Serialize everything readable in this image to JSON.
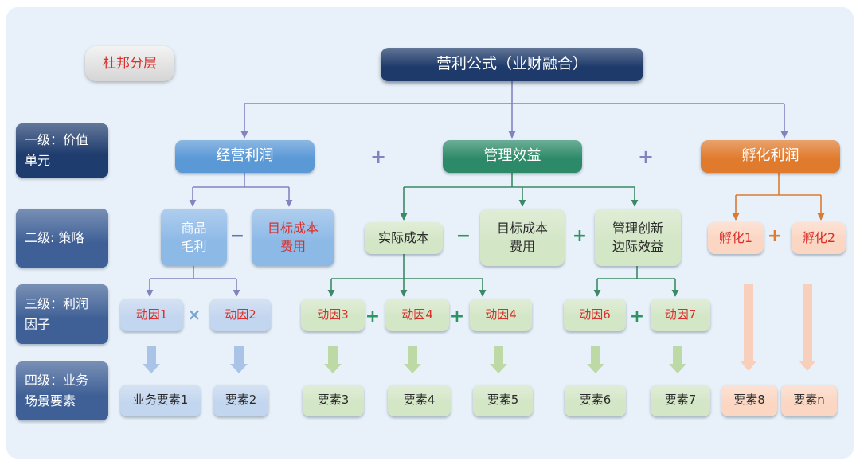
{
  "badge": "杜邦分层",
  "formula": "营利公式（业财融合）",
  "levels": [
    "一级：价值\n单元",
    "二级: 策略",
    "三级：利润\n因子",
    "四级：业务\n场景要素"
  ],
  "level1": {
    "operating_profit": "经营利润",
    "plus_1": "+",
    "management_benefit": "管理效益",
    "plus_2": "+",
    "incubation_profit": "孵化利润"
  },
  "level2": {
    "gross_margin": "商品\n毛利",
    "minus_1": "−",
    "target_cost_a": "目标成本\n费用",
    "actual_cost": "实际成本",
    "minus_2": "−",
    "target_cost_b": "目标成本\n费用",
    "plus_1": "+",
    "innovation_benefit": "管理创新\n边际效益",
    "incubation_1": "孵化1",
    "plus_2": "+",
    "incubation_2": "孵化2"
  },
  "level3": {
    "driver_1": "动因1",
    "times": "×",
    "driver_2": "动因2",
    "driver_3": "动因3",
    "plus_1": "+",
    "driver_4": "动因4",
    "plus_2": "+",
    "driver_4b": "动因4",
    "driver_6": "动因6",
    "plus_3": "+",
    "driver_7": "动因7"
  },
  "level4": [
    "业务要素1",
    "要素2",
    "要素3",
    "要素4",
    "要素5",
    "要素6",
    "要素7",
    "要素8",
    "要素n"
  ],
  "colors": {
    "panel": "#e8f1f9",
    "navy": "#1d3a6a",
    "level-label-dark": "#1f3c6e",
    "level-label": "#3f6096",
    "operating-blue": "#5a98d6",
    "management-green": "#2c8a69",
    "incubation-orange": "#e07a2c",
    "light-blue": "#8db9e7",
    "pale-blue": "#c3d6ef",
    "pale-green": "#d3e6c6",
    "pale-peach": "#fbd6c3",
    "accent-red": "#d9302b",
    "connector-purple": "#8284c0",
    "connector-green": "#3a8a66",
    "connector-orange": "#db7a33",
    "arrow-blue": "#a9c4e7",
    "arrow-green": "#bcd9a6",
    "arrow-peach": "#f8cfba"
  }
}
